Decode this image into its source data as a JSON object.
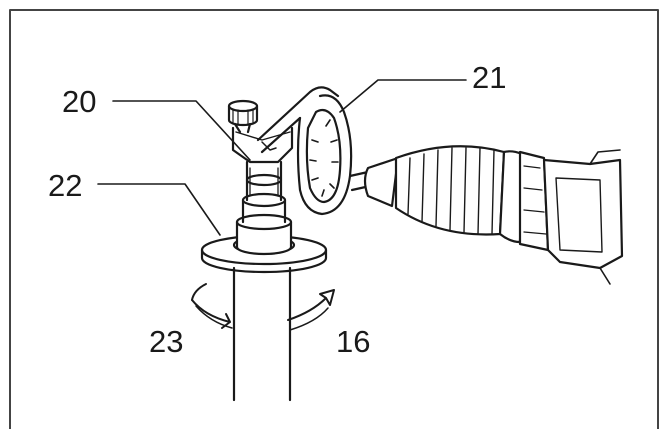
{
  "figure": {
    "callouts": [
      {
        "id": "c20",
        "label": "20",
        "part": "side-handle-grip"
      },
      {
        "id": "c21",
        "label": "21",
        "part": "wrench"
      },
      {
        "id": "c22",
        "label": "22",
        "part": "collar-disc"
      },
      {
        "id": "c23",
        "label": "23",
        "part": "rotation-arrow-tighten"
      },
      {
        "id": "c16",
        "label": "16",
        "part": "rotation-arrow-loosen"
      }
    ],
    "colors": {
      "line": "#1a1a1a",
      "frame": "#444444",
      "background": "#ffffff"
    }
  }
}
